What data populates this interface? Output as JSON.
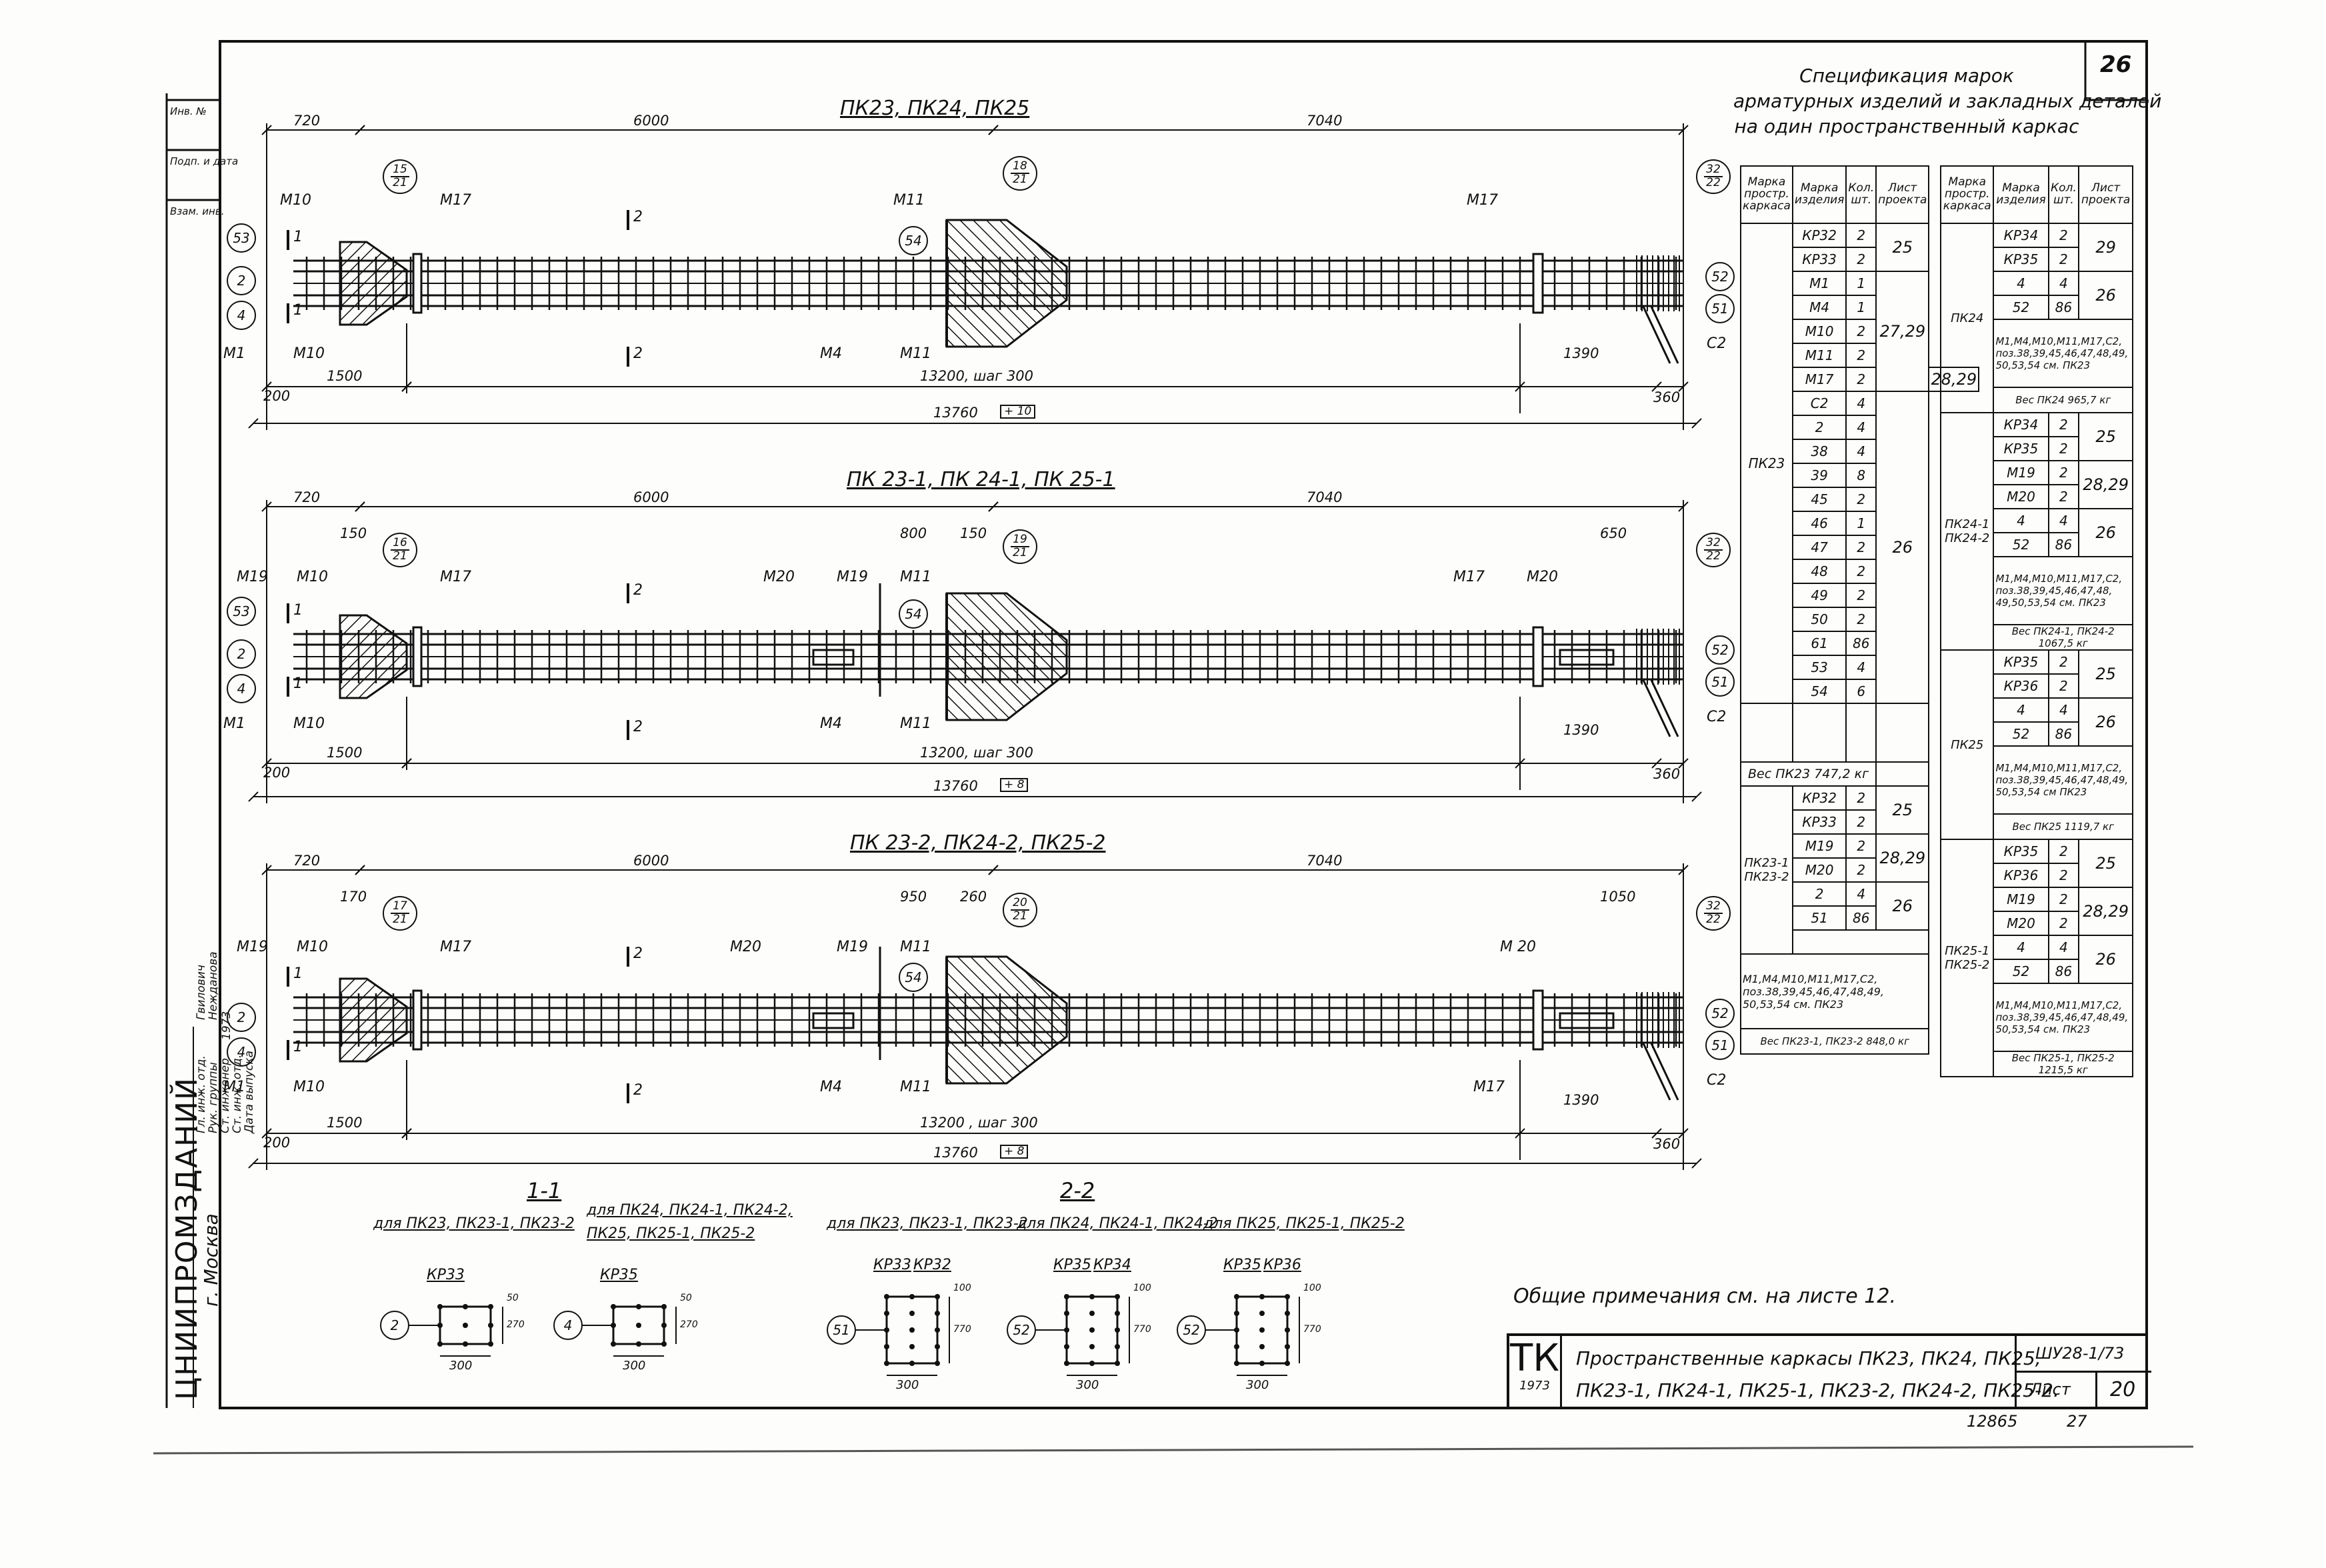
{
  "sheet_number": "26",
  "beams": [
    {
      "title": "ПК23, ПК24, ПК25",
      "dims_top": [
        "720",
        "6000",
        "7040"
      ],
      "dims_bottom": [
        "200",
        "1500",
        "13200,  шаг 300",
        "1390",
        "360"
      ],
      "total": "13760",
      "tol": "+ 10",
      "extra_dims": [],
      "callouts": [
        "М10",
        "М17",
        "М11",
        "М17",
        "М1",
        "М10",
        "М4",
        "М11",
        "С2"
      ],
      "circles": [
        "53",
        "2",
        "4",
        "54",
        "52",
        "51"
      ],
      "fracs": [
        [
          "15",
          "21"
        ],
        [
          "18",
          "21"
        ],
        [
          "32",
          "22"
        ]
      ],
      "sections": [
        "1",
        "1",
        "2",
        "2"
      ]
    },
    {
      "title": "ПК 23-1, ПК 24-1,  ПК 25-1",
      "dims_top": [
        "720",
        "6000",
        "7040"
      ],
      "dims_bottom": [
        "200",
        "1500",
        "13200,  шаг 300",
        "1390",
        "360"
      ],
      "total": "13760",
      "tol": "+ 8",
      "extra_dims": [
        "150",
        "800",
        "150",
        "650"
      ],
      "callouts": [
        "М19",
        "М10",
        "М17",
        "М20",
        "М19",
        "М11",
        "М17",
        "М20",
        "М1",
        "М10",
        "М4",
        "М11",
        "С2"
      ],
      "circles": [
        "53",
        "2",
        "4",
        "54",
        "52",
        "51"
      ],
      "fracs": [
        [
          "16",
          "21"
        ],
        [
          "19",
          "21"
        ],
        [
          "32",
          "22"
        ]
      ],
      "sections": [
        "1",
        "1",
        "2",
        "2"
      ]
    },
    {
      "title": "ПК 23-2,  ПК24-2,  ПК25-2",
      "dims_top": [
        "720",
        "6000",
        "7040"
      ],
      "dims_bottom": [
        "200",
        "1500",
        "13200 ,  шаг 300",
        "1390",
        "360"
      ],
      "total": "13760",
      "tol": "+ 8",
      "extra_dims": [
        "170",
        "950",
        "260",
        "1050"
      ],
      "callouts": [
        "М19",
        "М10",
        "М17",
        "М20",
        "М19",
        "М11",
        "М 20",
        "М1",
        "М10",
        "М4",
        "М11",
        "М17",
        "С2"
      ],
      "circles": [
        "2",
        "4",
        "54",
        "52",
        "51"
      ],
      "fracs": [
        [
          "17",
          "21"
        ],
        [
          "20",
          "21"
        ],
        [
          "32",
          "22"
        ]
      ],
      "sections": [
        "1",
        "1",
        "2",
        "2"
      ]
    }
  ],
  "spec": {
    "title_lines": [
      "Спецификация марок",
      "арматурных изделий и закладных деталей",
      "на один  пространственный каркас"
    ],
    "headers": [
      "Марка простр. каркаса",
      "Марка изделия",
      "Кол. шт.",
      "Лист проекта"
    ],
    "left": {
      "pk23_label": "ПК23",
      "pk23_rows": [
        [
          "КР32",
          "2"
        ],
        [
          "КР33",
          "2"
        ],
        [
          "М1",
          "1"
        ],
        [
          "М4",
          "1"
        ],
        [
          "М10",
          "2"
        ],
        [
          "М11",
          "2"
        ],
        [
          "М17",
          "2"
        ],
        [
          "С2",
          "4"
        ],
        [
          "2",
          "4"
        ],
        [
          "38",
          "4"
        ],
        [
          "39",
          "8"
        ],
        [
          "45",
          "2"
        ],
        [
          "46",
          "1"
        ],
        [
          "47",
          "2"
        ],
        [
          "48",
          "2"
        ],
        [
          "49",
          "2"
        ],
        [
          "50",
          "2"
        ],
        [
          "61",
          "86"
        ],
        [
          "53",
          "4"
        ],
        [
          "54",
          "6"
        ]
      ],
      "pk23_sheets": [
        "25",
        "27,29",
        "28,29",
        "26"
      ],
      "pk23_weight": "Вес ПК23   747,2 кг",
      "pk231_label": "ПК23-1 ПК23-2",
      "pk231_rows": [
        [
          "КР32",
          "2"
        ],
        [
          "КР33",
          "2"
        ],
        [
          "М19",
          "2"
        ],
        [
          "М20",
          "2"
        ],
        [
          "2",
          "4"
        ],
        [
          "51",
          "86"
        ]
      ],
      "pk231_sheets": [
        "25",
        "28,29",
        "26"
      ],
      "pk231_note": "М1,М4,М10,М11,М17,С2, поз.38,39,45,46,47,48,49, 50,53,54 см. ПК23",
      "pk231_weight": "Вес ПК23-1, ПК23-2 848,0 кг"
    },
    "right": {
      "pk24_label": "ПК24",
      "pk24_rows": [
        [
          "КР34",
          "2"
        ],
        [
          "КР35",
          "2"
        ],
        [
          "4",
          "4"
        ],
        [
          "52",
          "86"
        ]
      ],
      "pk24_sheets": [
        "29",
        "26"
      ],
      "pk24_note": "М1,М4,М10,М11,М17,С2, поз.38,39,45,46,47,48,49, 50,53,54 см. ПК23",
      "pk24_weight": "Вес ПК24   965,7 кг",
      "pk241_label": "ПК24-1 ПК24-2",
      "pk241_rows": [
        [
          "КР34",
          "2"
        ],
        [
          "КР35",
          "2"
        ],
        [
          "М19",
          "2"
        ],
        [
          "М20",
          "2"
        ],
        [
          "4",
          "4"
        ],
        [
          "52",
          "86"
        ]
      ],
      "pk241_sheets": [
        "25",
        "28,29",
        "26"
      ],
      "pk241_note": "М1,М4,М10,М11,М17,С2, поз.38,39,45,46,47,48, 49,50,53,54 см. ПК23",
      "pk241_weight": "Вес ПК24-1, ПК24-2 1067,5 кг",
      "pk25_label": "ПК25",
      "pk25_rows": [
        [
          "КР35",
          "2"
        ],
        [
          "КР36",
          "2"
        ],
        [
          "4",
          "4"
        ],
        [
          "52",
          "86"
        ]
      ],
      "pk25_sheets": [
        "25",
        "26"
      ],
      "pk25_note": "М1,М4,М10,М11,М17,С2, поз.38,39,45,46,47,48,49, 50,53,54 см ПК23",
      "pk25_weight": "Вес ПК25     1119,7 кг",
      "pk251_label": "ПК25-1 ПК25-2",
      "pk251_rows": [
        [
          "КР35",
          "2"
        ],
        [
          "КР36",
          "2"
        ],
        [
          "М19",
          "2"
        ],
        [
          "М20",
          "2"
        ],
        [
          "4",
          "4"
        ],
        [
          "52",
          "86"
        ]
      ],
      "pk251_sheets": [
        "25",
        "28,29",
        "26"
      ],
      "pk251_note": "М1,М4,М10,М11,М17,С2, поз.38,39,45,46,47,48,49, 50,53,54 см. ПК23",
      "pk251_weight": "Вес ПК25-1, ПК25-2 1215,5 кг"
    }
  },
  "sections": {
    "s11": "1-1",
    "s22": "2-2",
    "sub1a": "для ПК23, ПК23-1, ПК23-2",
    "sub1b": "для ПК24, ПК24-1, ПК24-2,",
    "sub1c": "ПК25, ПК25-1, ПК25-2",
    "sub2a": "для ПК23, ПК23-1, ПК23-2",
    "sub2b": "для ПК24, ПК24-1, ПК24-2",
    "sub2c": "для ПК25, ПК25-1, ПК25-2",
    "details": [
      {
        "marks": [
          "КР33"
        ],
        "circle": "2",
        "w": "300",
        "h": "270",
        "c": "50"
      },
      {
        "marks": [
          "КР35"
        ],
        "circle": "4",
        "w": "300",
        "h": "270",
        "c": "50"
      },
      {
        "marks": [
          "КР33",
          "КР32"
        ],
        "circle": "51",
        "w": "300",
        "h": "770",
        "c": "100"
      },
      {
        "marks": [
          "КР35",
          "КР34"
        ],
        "circle": "52",
        "w": "300",
        "h": "770",
        "c": "100"
      },
      {
        "marks": [
          "КР35",
          "КР36"
        ],
        "circle": "52",
        "w": "300",
        "h": "770",
        "c": "100"
      }
    ]
  },
  "notes": "Общие примечания см. на листе 12.",
  "titleblock": {
    "logo": "ТК",
    "year": "1973",
    "name_line1": "Пространственные каркасы  ПК23, ПК24, ПК25,",
    "name_line2": "ПК23-1, ПК24-1,  ПК25-1,  ПК23-2,  ПК24-2,  ПК25-2.",
    "code": "ШУ28-1/73",
    "sheet_label": "Лист",
    "sheet_no": "20",
    "bottom_no1": "12865",
    "bottom_no2": "27"
  },
  "side_stamp": {
    "org": "ЦНИИПРОМЗДАНИЙ",
    "city": "г. Москва",
    "rows": [
      "Гл. инж. отд.",
      "Рук. группы",
      "Ст. инженер",
      "Ст. инж. отд.",
      "Дата выпуска"
    ],
    "names": [
      "Гвилович",
      "Нежданова"
    ],
    "date": "1973",
    "marks": [
      "Инв. №",
      "Подп. и дата",
      "Взам. инв."
    ]
  }
}
